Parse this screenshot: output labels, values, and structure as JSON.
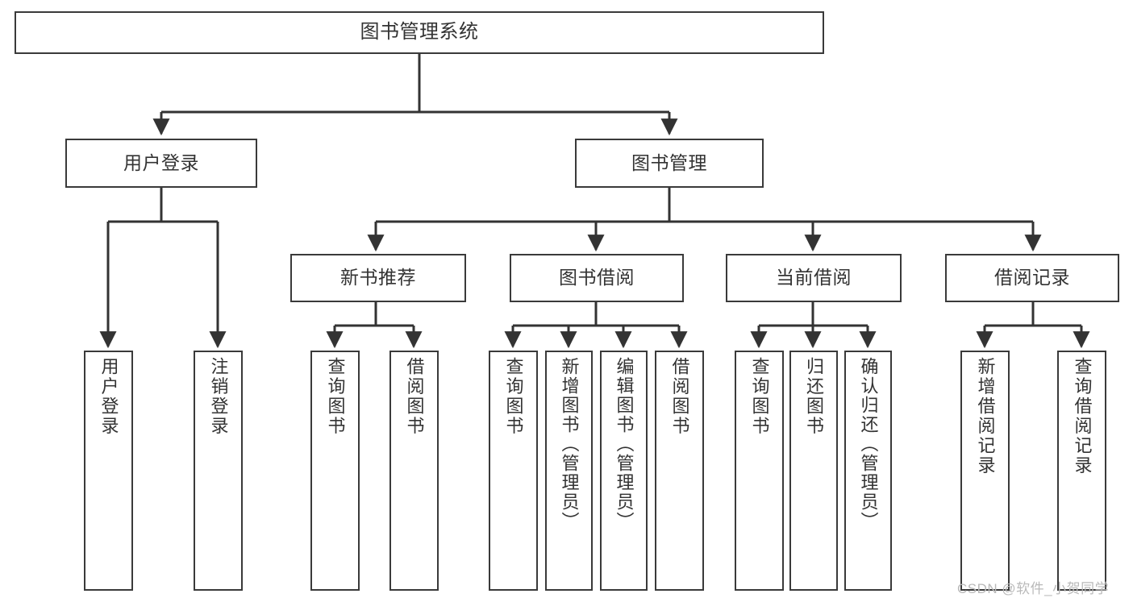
{
  "diagram": {
    "title": "图书管理系统",
    "type": "hierarchy-tree",
    "root": {
      "id": "root",
      "label": "图书管理系统",
      "orientation": "horizontal"
    },
    "level1": [
      {
        "id": "user-login",
        "label": "用户登录",
        "orientation": "horizontal"
      },
      {
        "id": "book-manage",
        "label": "图书管理",
        "orientation": "horizontal"
      }
    ],
    "level2": [
      {
        "id": "new-book-recommend",
        "label": "新书推荐",
        "parent": "book-manage",
        "orientation": "horizontal"
      },
      {
        "id": "book-borrow",
        "label": "图书借阅",
        "parent": "book-manage",
        "orientation": "horizontal"
      },
      {
        "id": "current-borrow",
        "label": "当前借阅",
        "parent": "book-manage",
        "orientation": "horizontal"
      },
      {
        "id": "borrow-record",
        "label": "借阅记录",
        "parent": "book-manage",
        "orientation": "horizontal"
      }
    ],
    "leaves": [
      {
        "id": "leaf-user-login",
        "label": "用户登录",
        "parent": "user-login",
        "orientation": "vertical"
      },
      {
        "id": "leaf-logout-login",
        "label": "注销登录",
        "parent": "user-login",
        "orientation": "vertical"
      },
      {
        "id": "leaf-query-book-1",
        "label": "查询图书",
        "parent": "new-book-recommend",
        "orientation": "vertical"
      },
      {
        "id": "leaf-borrow-book-1",
        "label": "借阅图书",
        "parent": "new-book-recommend",
        "orientation": "vertical"
      },
      {
        "id": "leaf-query-book-2",
        "label": "查询图书",
        "parent": "book-borrow",
        "orientation": "vertical"
      },
      {
        "id": "leaf-add-book",
        "label": "新增图书（管理员）",
        "parent": "book-borrow",
        "orientation": "vertical"
      },
      {
        "id": "leaf-edit-book",
        "label": "编辑图书（管理员）",
        "parent": "book-borrow",
        "orientation": "vertical"
      },
      {
        "id": "leaf-borrow-book-2",
        "label": "借阅图书",
        "parent": "book-borrow",
        "orientation": "vertical"
      },
      {
        "id": "leaf-query-book-3",
        "label": "查询图书",
        "parent": "current-borrow",
        "orientation": "vertical"
      },
      {
        "id": "leaf-return-book",
        "label": "归还图书",
        "parent": "current-borrow",
        "orientation": "vertical"
      },
      {
        "id": "leaf-confirm-return",
        "label": "确认归还（管理员）",
        "parent": "current-borrow",
        "orientation": "vertical"
      },
      {
        "id": "leaf-add-record",
        "label": "新增借阅记录",
        "parent": "borrow-record",
        "orientation": "vertical"
      },
      {
        "id": "leaf-query-record",
        "label": "查询借阅记录",
        "parent": "borrow-record",
        "orientation": "vertical"
      }
    ],
    "colors": {
      "box_border": "#3a3a3a",
      "box_fill": "#ffffff",
      "text": "#333333",
      "edge": "#333333",
      "watermark": "#b9b9b9",
      "background": "#ffffff"
    }
  },
  "watermark": {
    "text": "CSDN @软件_小贺同学"
  }
}
